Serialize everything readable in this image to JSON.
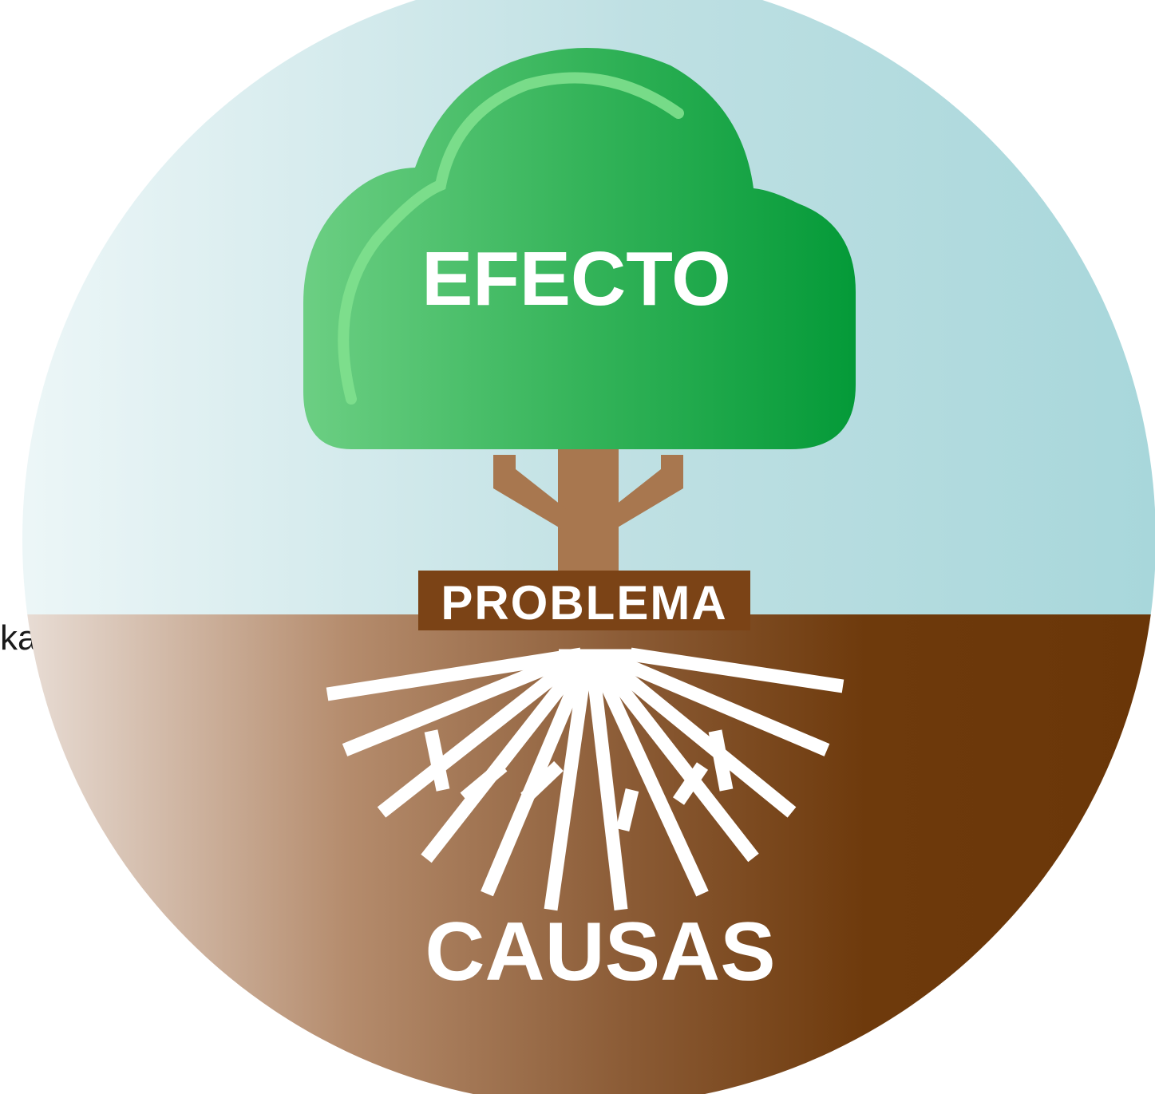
{
  "labels": {
    "effect": "EFECTO",
    "problem": "PROBLEMA",
    "causes": "CAUSAS"
  },
  "cut_caption": "kawa)",
  "colors": {
    "sky_left": "#eef7f8",
    "sky_right": "#a8d7db",
    "ground_left": "#ece3dd",
    "ground_right": "#6a3608",
    "canopy_light": "#6ccf83",
    "canopy_dark": "#049a38",
    "trunk": "#a8774f",
    "problem_box": "#7b4316",
    "roots": "#ffffff",
    "label_text": "#ffffff"
  }
}
